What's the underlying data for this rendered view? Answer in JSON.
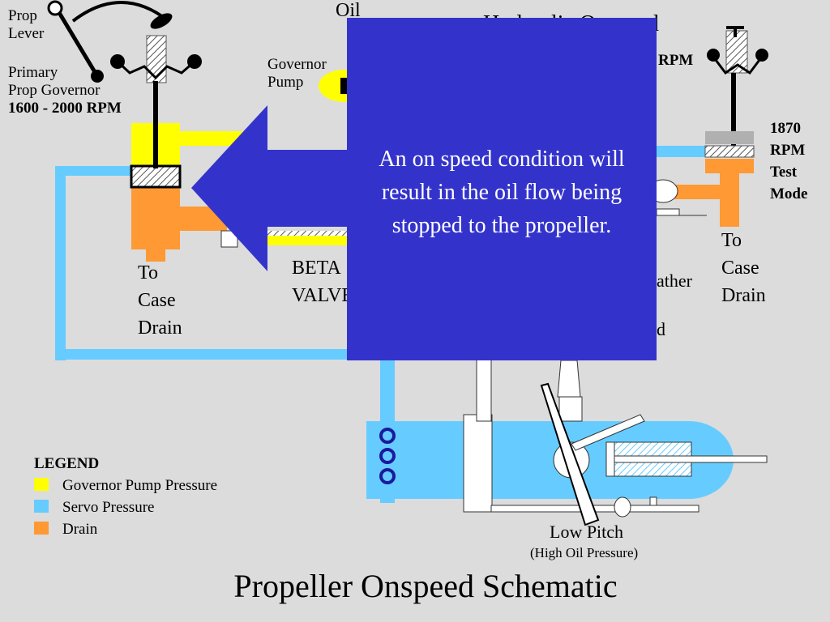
{
  "labels": {
    "prop_lever": [
      "Prop",
      "Lever"
    ],
    "primary_gov": [
      "Primary",
      "Prop Governor"
    ],
    "primary_rpm": "1600 - 2000 RPM",
    "oil": "Oil",
    "governor_pump": [
      "Governor",
      "Pump"
    ],
    "hydraulic_onspeed": "Hydraulic Onspeed",
    "rpm_partial": "RPM",
    "test_mode": [
      "1870",
      "RPM",
      "Test",
      "Mode"
    ],
    "case_drain_left": [
      "To",
      "Case",
      "Drain"
    ],
    "case_drain_right": [
      "To",
      "Case",
      "Drain"
    ],
    "beta_valve": [
      "BETA",
      "VALVE"
    ],
    "feather_partial": "ather",
    "d_partial": "d",
    "low_pitch": "Low Pitch",
    "high_oil_pressure": "(High Oil Pressure)"
  },
  "callout": "An on speed condition will result in the oil flow being stopped to the propeller.",
  "legend": {
    "title": "LEGEND",
    "items": [
      {
        "label": "Governor Pump Pressure",
        "color": "#ffff00"
      },
      {
        "label": "Servo Pressure",
        "color": "#66ccff"
      },
      {
        "label": "Drain",
        "color": "#ff9933"
      }
    ]
  },
  "title": "Propeller Onspeed Schematic",
  "colors": {
    "background": "#dcdcdc",
    "pump_pressure": "#ffff00",
    "servo": "#66ccff",
    "drain": "#ff9933",
    "arrow": "#3333cc"
  }
}
